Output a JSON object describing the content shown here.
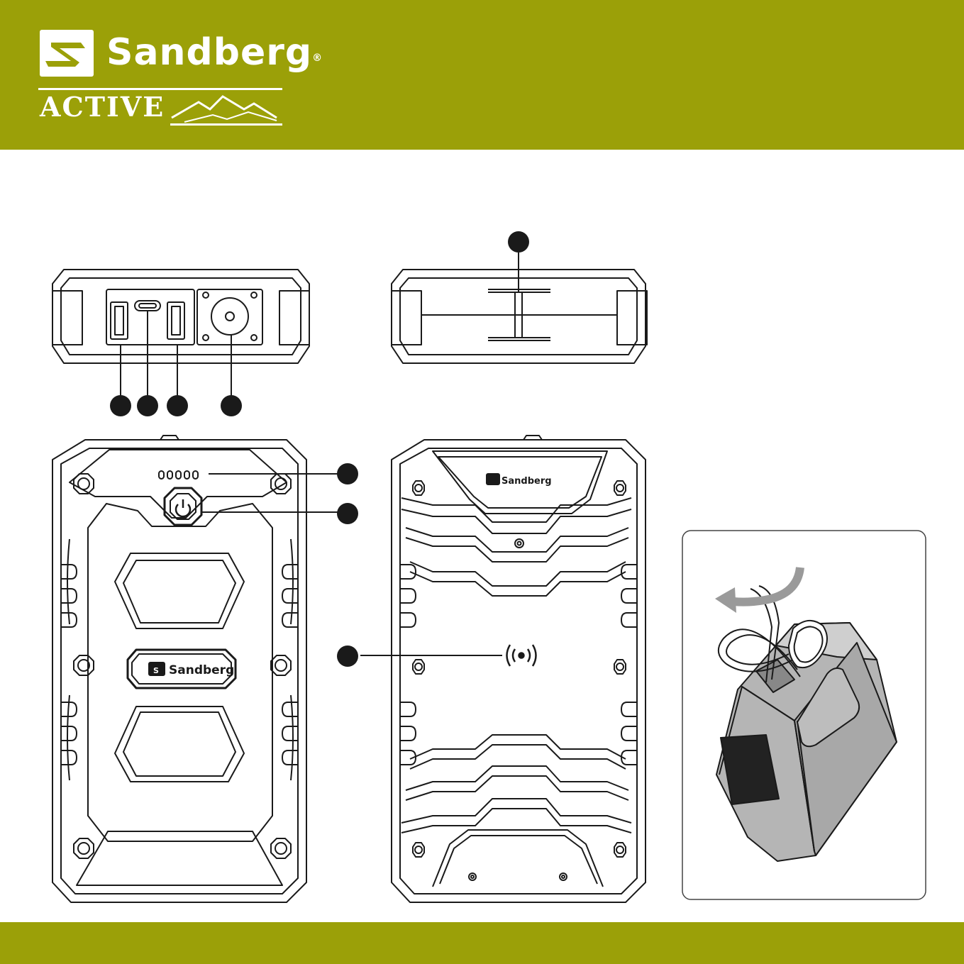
{
  "brand": {
    "name": "Sandberg",
    "registered_mark": "®",
    "subline": "ACTIVE",
    "header_color": "#9ba008",
    "footer_color": "#9ba008"
  },
  "device_logo_text": "Sandberg",
  "icons": {
    "brand_symbol": "s-square-logo-icon",
    "mountains": "mountain-range-icon",
    "power": "power-icon",
    "wireless": "wireless-charging-icon",
    "rotate_arrow": "curved-arrow-icon"
  },
  "colors": {
    "line": "#1a1a1a",
    "callout": "#1a1a1a",
    "illustration_body": "#b5b5b5",
    "illustration_panel": "#222222"
  }
}
